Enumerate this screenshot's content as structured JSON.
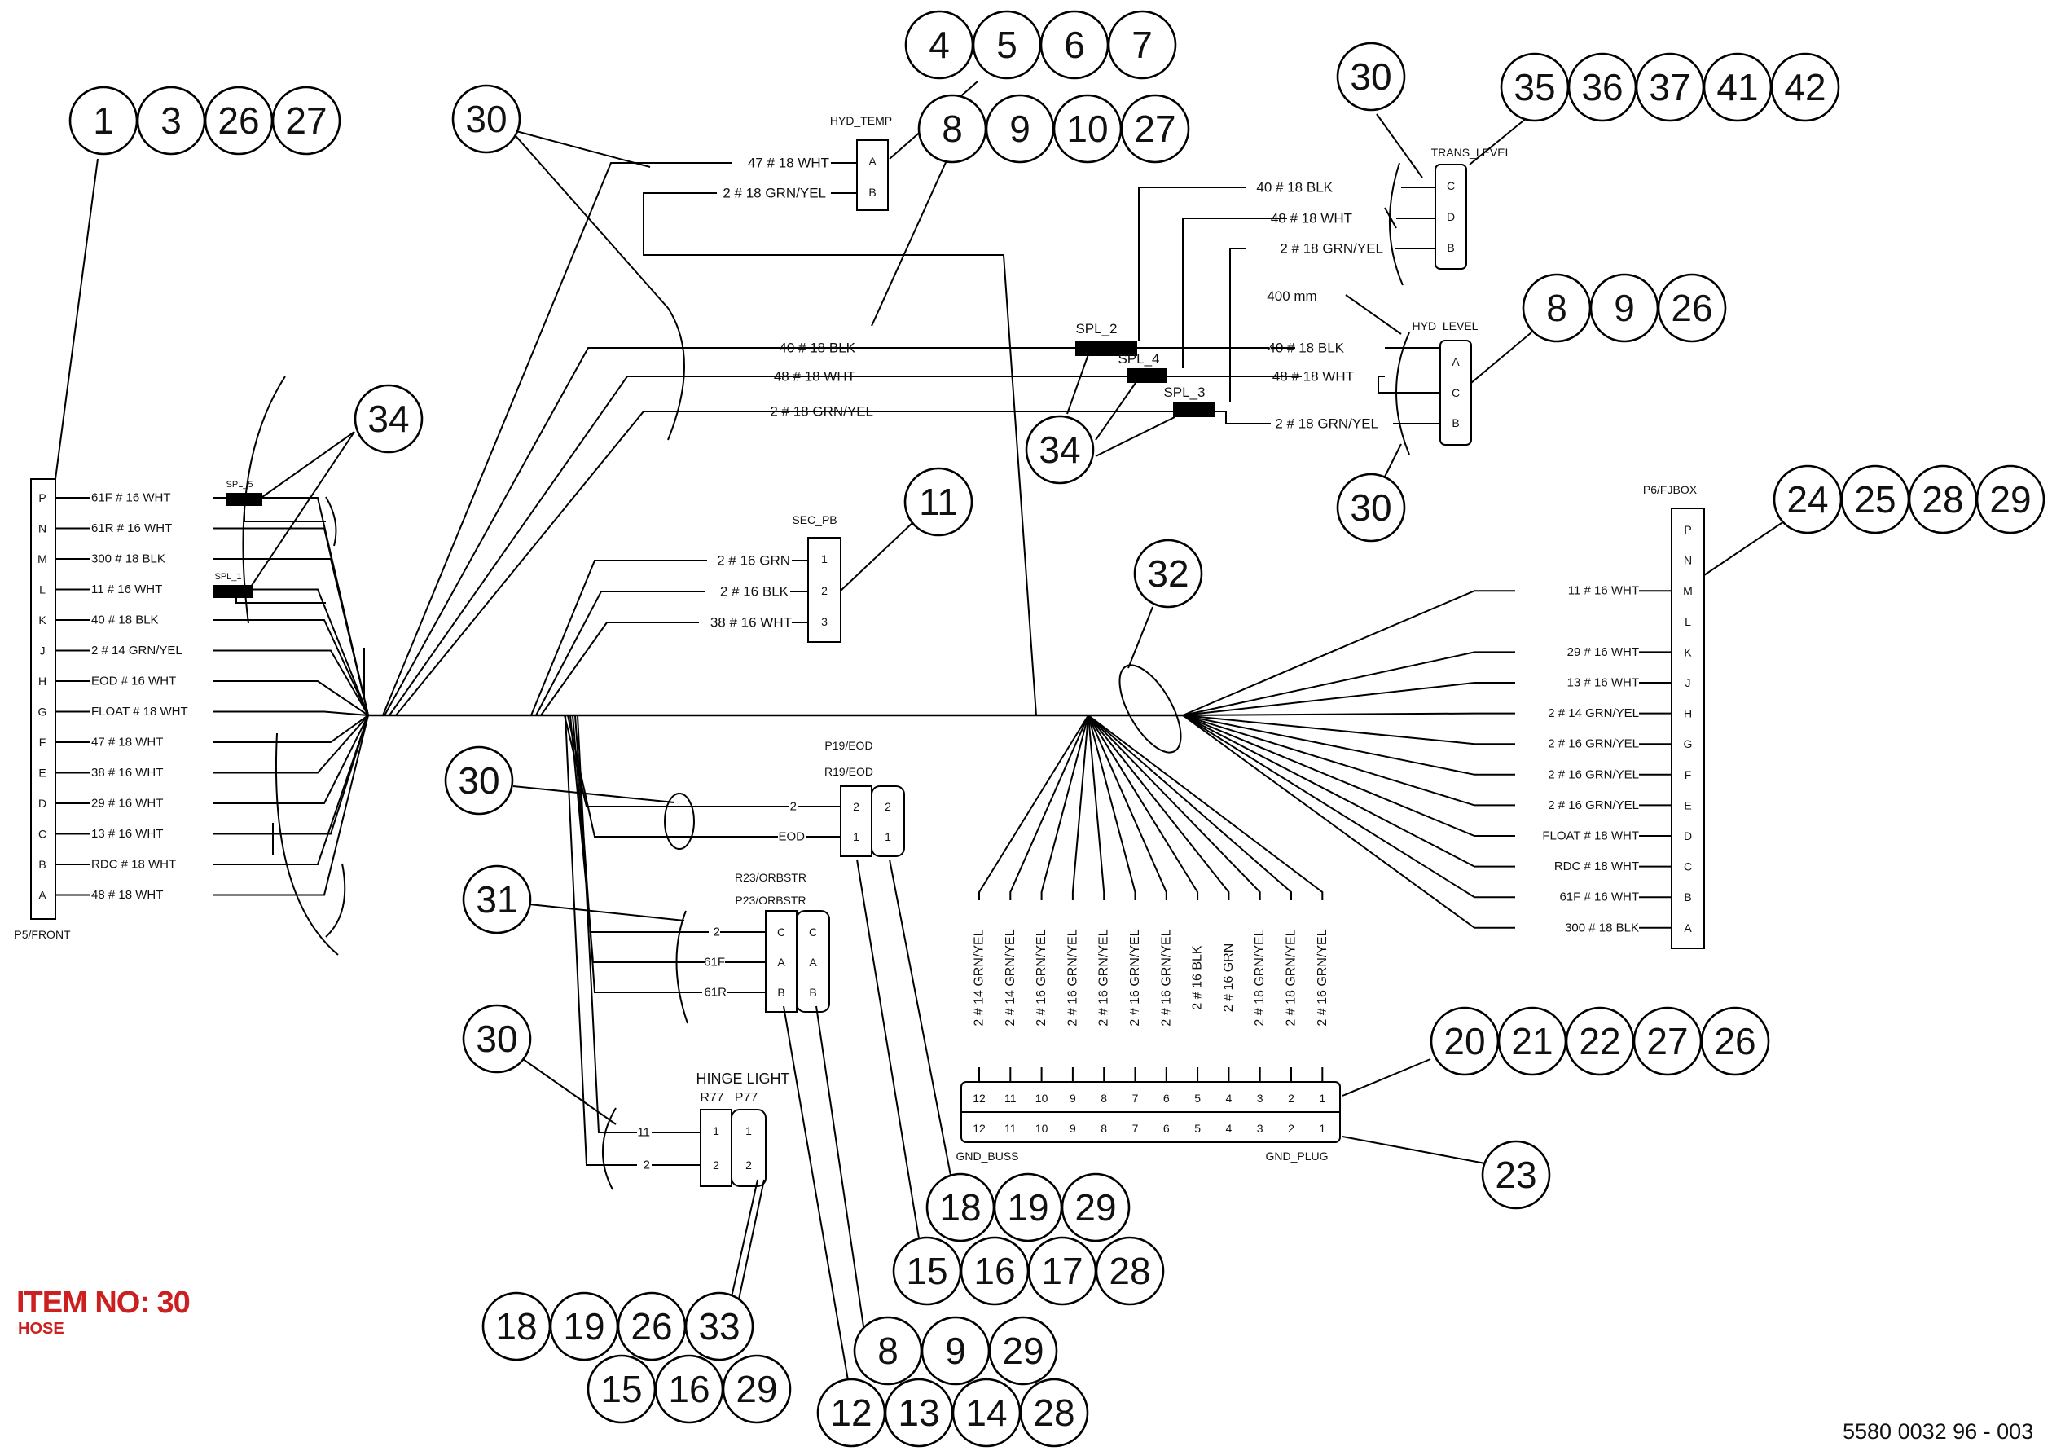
{
  "item_label": "ITEM NO: 30",
  "item_sub": "HOSE",
  "doc_number": "5580 0032 96 - 003",
  "connectors": {
    "p5": "P5/FRONT",
    "p6": "P6/FJBOX",
    "hyd_temp": "HYD_TEMP",
    "trans_level": "TRANS_LEVEL",
    "hyd_level": "HYD_LEVEL",
    "sec_pb": "SEC_PB",
    "p19": "P19/EOD",
    "r19": "R19/EOD",
    "r23": "R23/ORBSTR",
    "p23": "P23/ORBSTR",
    "hinge": "HINGE LIGHT",
    "r77": "R77",
    "p77": "P77",
    "gnd_buss": "GND_BUSS",
    "gnd_plug": "GND_PLUG",
    "dim": "400 mm"
  },
  "splices": [
    "SPL_5",
    "SPL_1",
    "SPL_2",
    "SPL_4",
    "SPL_3"
  ],
  "p5_pins": [
    {
      "pin": "P",
      "wire": "61F  #  16   WHT"
    },
    {
      "pin": "N",
      "wire": "61R  #  16   WHT"
    },
    {
      "pin": "M",
      "wire": "300  #  18   BLK"
    },
    {
      "pin": "L",
      "wire": "11  #  16   WHT"
    },
    {
      "pin": "K",
      "wire": "40  #  18   BLK"
    },
    {
      "pin": "J",
      "wire": "2  #  14    GRN/YEL"
    },
    {
      "pin": "H",
      "wire": "EOD  #  16   WHT"
    },
    {
      "pin": "G",
      "wire": "FLOAT   #  18    WHT"
    },
    {
      "pin": "F",
      "wire": "47  #  18   WHT"
    },
    {
      "pin": "E",
      "wire": "38  #  16   WHT"
    },
    {
      "pin": "D",
      "wire": "29  #  16   WHT"
    },
    {
      "pin": "C",
      "wire": "13  #  16   WHT"
    },
    {
      "pin": "B",
      "wire": "RDC  #  18   WHT"
    },
    {
      "pin": "A",
      "wire": "48  #  18   WHT"
    }
  ],
  "p6_pins": [
    {
      "pin": "P",
      "wire": ""
    },
    {
      "pin": "N",
      "wire": ""
    },
    {
      "pin": "M",
      "wire": "11  #  16    WHT"
    },
    {
      "pin": "L",
      "wire": ""
    },
    {
      "pin": "K",
      "wire": "29  #  16    WHT"
    },
    {
      "pin": "J",
      "wire": "13  #  16    WHT"
    },
    {
      "pin": "H",
      "wire": "2  #  14    GRN/YEL"
    },
    {
      "pin": "G",
      "wire": "2  #  16    GRN/YEL"
    },
    {
      "pin": "F",
      "wire": "2  #  16    GRN/YEL"
    },
    {
      "pin": "E",
      "wire": "2  #  16    GRN/YEL"
    },
    {
      "pin": "D",
      "wire": "FLOAT   #  18    WHT"
    },
    {
      "pin": "C",
      "wire": "RDC  #  18    WHT"
    },
    {
      "pin": "B",
      "wire": "61F   #  16    WHT"
    },
    {
      "pin": "A",
      "wire": "300   #  18    BLK"
    }
  ],
  "hyd_temp": {
    "pins": [
      "A",
      "B"
    ],
    "wires": [
      "47  #  18    WHT",
      "2  #  18    GRN/YEL"
    ]
  },
  "trans_level": {
    "pins": [
      "C",
      "D",
      "B"
    ],
    "wires": [
      "40  #  18    BLK",
      "48  #  18    WHT",
      "2  #  18    GRN/YEL"
    ]
  },
  "hyd_level": {
    "pins": [
      "A",
      "C",
      "B"
    ],
    "wires": [
      "40  #  18    BLK",
      "48  #  18    WHT",
      "2  #  18    GRN/YEL"
    ]
  },
  "mid_wires": [
    "40  #  18    BLK",
    "48  #  18    WHT",
    "2  #  18    GRN/YEL"
  ],
  "sec_pb": {
    "pins": [
      "1",
      "2",
      "3"
    ],
    "wires": [
      "2  #  16    GRN",
      "2  #  16    BLK",
      "38  #  16    WHT"
    ]
  },
  "eod": {
    "pins": [
      "2",
      "1"
    ],
    "wires": [
      "2",
      "EOD"
    ]
  },
  "orbstr": {
    "pins": [
      "C",
      "A",
      "B"
    ],
    "wires": [
      "2",
      "61F",
      "61R"
    ]
  },
  "hinge_pins": {
    "pins": [
      "1",
      "2"
    ],
    "wires": [
      "11",
      "2"
    ]
  },
  "gnd_pins": [
    "12",
    "11",
    "10",
    "9",
    "8",
    "7",
    "6",
    "5",
    "4",
    "3",
    "2",
    "1"
  ],
  "gnd_wires": [
    "2 # 14   GRN/YEL",
    "2 # 14   GRN/YEL",
    "2 # 16   GRN/YEL",
    "2 # 16   GRN/YEL",
    "2 # 16   GRN/YEL",
    "2 # 16   GRN/YEL",
    "2 # 16   GRN/YEL",
    "2 # 16   BLK",
    "2 # 16   GRN",
    "2 # 18   GRN/YEL",
    "2 # 18   GRN/YEL",
    "2 # 16   GRN/YEL"
  ],
  "balloons": [
    {
      "group": "g1",
      "nums": [
        "1",
        "3",
        "26",
        "27"
      ]
    },
    {
      "group": "g30a",
      "nums": [
        "30"
      ]
    },
    {
      "group": "g4",
      "nums": [
        "4",
        "5",
        "6",
        "7"
      ]
    },
    {
      "group": "g8",
      "nums": [
        "8",
        "9",
        "10",
        "27"
      ]
    },
    {
      "group": "g30b",
      "nums": [
        "30"
      ]
    },
    {
      "group": "g35",
      "nums": [
        "35",
        "36",
        "37",
        "41",
        "42"
      ]
    },
    {
      "group": "g8b",
      "nums": [
        "8",
        "9",
        "26"
      ]
    },
    {
      "group": "g34a",
      "nums": [
        "34"
      ]
    },
    {
      "group": "g34b",
      "nums": [
        "34"
      ]
    },
    {
      "group": "g30c",
      "nums": [
        "30"
      ]
    },
    {
      "group": "g11",
      "nums": [
        "11"
      ]
    },
    {
      "group": "g24",
      "nums": [
        "24",
        "25",
        "28",
        "29"
      ]
    },
    {
      "group": "g32",
      "nums": [
        "32"
      ]
    },
    {
      "group": "g30d",
      "nums": [
        "30"
      ]
    },
    {
      "group": "g31",
      "nums": [
        "31"
      ]
    },
    {
      "group": "g30e",
      "nums": [
        "30"
      ]
    },
    {
      "group": "g20",
      "nums": [
        "20",
        "21",
        "22",
        "27",
        "26"
      ]
    },
    {
      "group": "g23",
      "nums": [
        "23"
      ]
    },
    {
      "group": "g18",
      "nums": [
        "18",
        "19",
        "29"
      ]
    },
    {
      "group": "g15",
      "nums": [
        "15",
        "16",
        "17",
        "28"
      ]
    },
    {
      "group": "g18b",
      "nums": [
        "18",
        "19",
        "26",
        "33"
      ]
    },
    {
      "group": "g15b",
      "nums": [
        "15",
        "16",
        "29"
      ]
    },
    {
      "group": "g8c",
      "nums": [
        "8",
        "9",
        "29"
      ]
    },
    {
      "group": "g12",
      "nums": [
        "12",
        "13",
        "14",
        "28"
      ]
    }
  ]
}
